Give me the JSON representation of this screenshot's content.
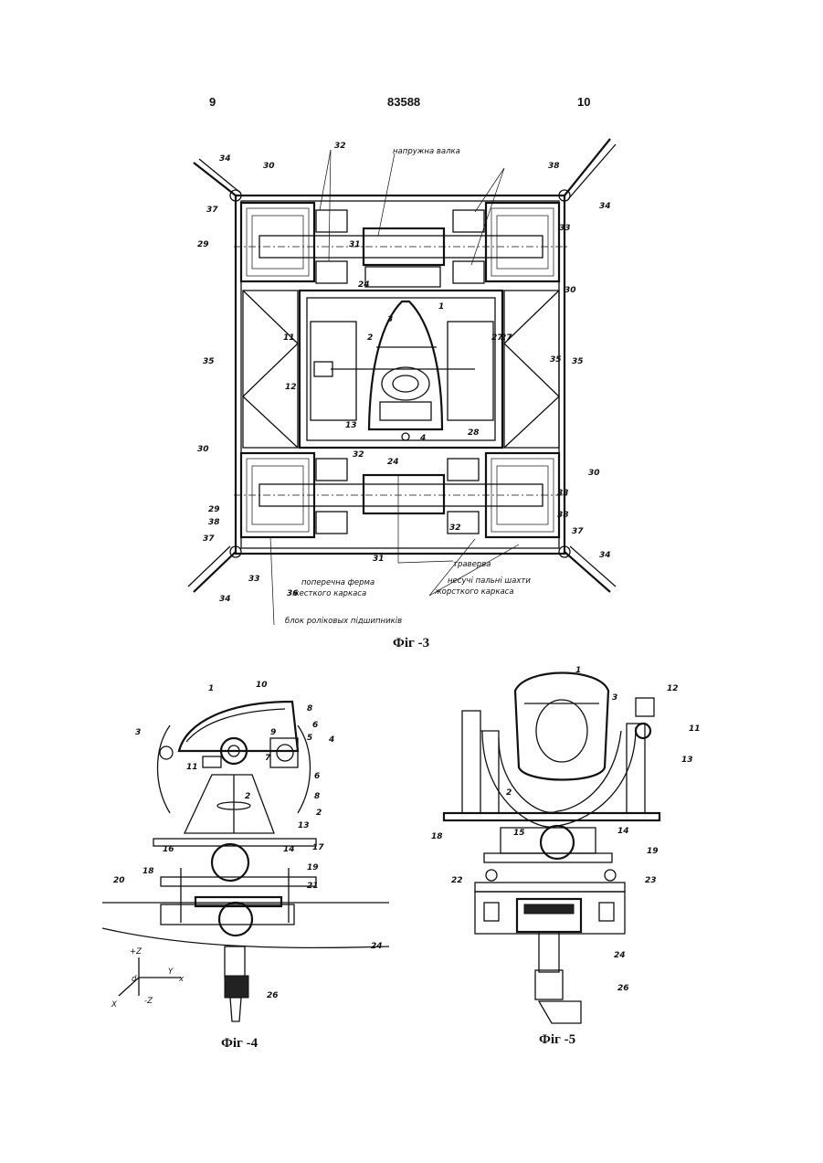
{
  "header": {
    "page_left": "9",
    "patent_number": "83588",
    "page_right": "10"
  },
  "figures": {
    "fig3": {
      "caption": "Фіг -3",
      "annotations": {
        "top": "напружна  валка",
        "traverse": "траверва",
        "cross_truss": "поперечна  ферма",
        "cross_truss_2": "жесткого  каркаса",
        "bearing_columns": "несучі  пальні  шахти",
        "bearing_columns_2": "жорсткого  каркаса",
        "roller_block": "блок роліковых підшипників"
      },
      "labels": [
        "34",
        "37",
        "30",
        "32",
        "38",
        "33",
        "29",
        "31",
        "24",
        "1",
        "3",
        "11",
        "2",
        "27",
        "12",
        "35",
        "13",
        "28",
        "4",
        "36",
        "34",
        "34",
        "37",
        "33",
        "30",
        "29",
        "38",
        "32",
        "31",
        "35",
        "30",
        "30",
        "33",
        "38",
        "37",
        "34",
        "32",
        "24",
        "35",
        "27"
      ]
    },
    "fig4": {
      "caption": "Фіг -4",
      "labels": [
        "1",
        "10",
        "8",
        "3",
        "9",
        "6",
        "5",
        "4",
        "11",
        "7",
        "6",
        "8",
        "2",
        "2",
        "13",
        "14",
        "16",
        "17",
        "18",
        "19",
        "20",
        "21",
        "24",
        "26"
      ],
      "axes": [
        "+Z",
        "Y",
        "X",
        "-Z",
        "d",
        "x"
      ]
    },
    "fig5": {
      "caption": "Фіг -5",
      "labels": [
        "1",
        "3",
        "12",
        "11",
        "13",
        "2",
        "15",
        "14",
        "18",
        "19",
        "22",
        "23",
        "24",
        "26"
      ]
    }
  }
}
